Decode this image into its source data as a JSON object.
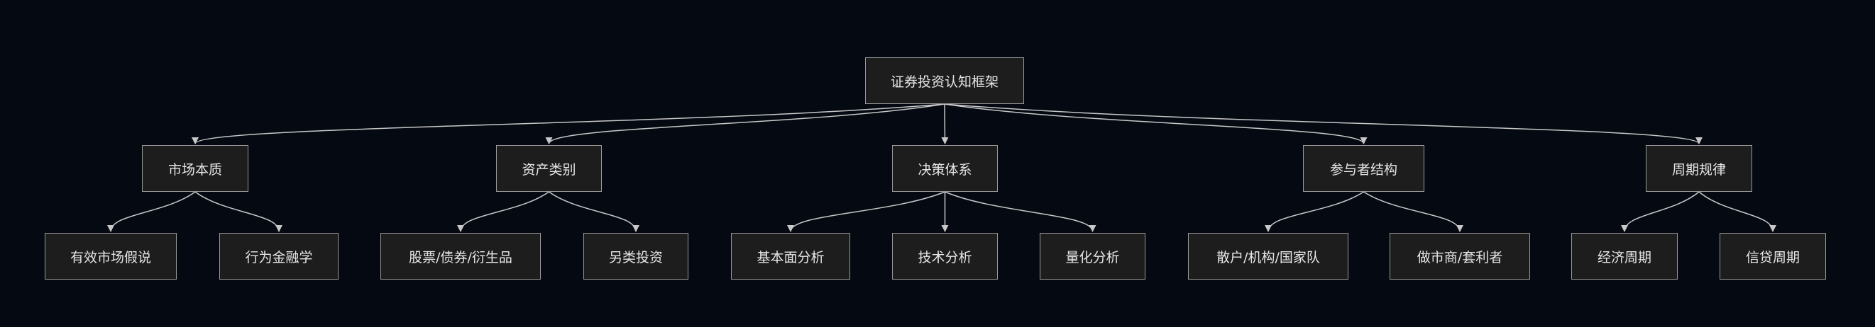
{
  "diagram": {
    "root": {
      "id": "root",
      "label": "证券投资认知框架"
    },
    "categories": [
      {
        "id": "c1",
        "label": "市场本质",
        "children": [
          {
            "id": "c1a",
            "label": "有效市场假说"
          },
          {
            "id": "c1b",
            "label": "行为金融学"
          }
        ]
      },
      {
        "id": "c2",
        "label": "资产类别",
        "children": [
          {
            "id": "c2a",
            "label": "股票/债券/衍生品"
          },
          {
            "id": "c2b",
            "label": "另类投资"
          }
        ]
      },
      {
        "id": "c3",
        "label": "决策体系",
        "children": [
          {
            "id": "c3a",
            "label": "基本面分析"
          },
          {
            "id": "c3b",
            "label": "技术分析"
          },
          {
            "id": "c3c",
            "label": "量化分析"
          }
        ]
      },
      {
        "id": "c4",
        "label": "参与者结构",
        "children": [
          {
            "id": "c4a",
            "label": "散户/机构/国家队"
          },
          {
            "id": "c4b",
            "label": "做市商/套利者"
          }
        ]
      },
      {
        "id": "c5",
        "label": "周期规律",
        "children": [
          {
            "id": "c5a",
            "label": "经济周期"
          },
          {
            "id": "c5b",
            "label": "信贷周期"
          }
        ]
      }
    ]
  },
  "colors": {
    "background": "#050912",
    "node_fill": "#1d1d1d",
    "node_border": "#9a9a9a",
    "text": "#e6e6e6",
    "edge": "#c8c8c8"
  }
}
